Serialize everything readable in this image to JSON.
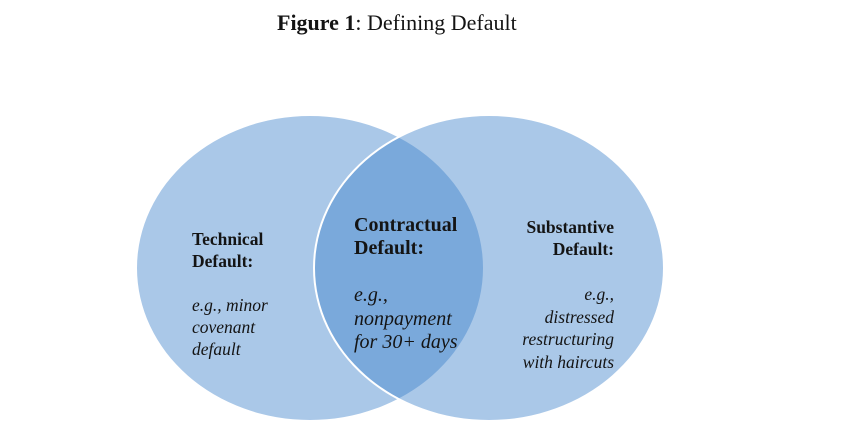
{
  "title": {
    "prefix": "Figure 1",
    "suffix": ": Defining Default"
  },
  "venn": {
    "left_circle": {
      "heading_lines": [
        "Technical",
        "Default:"
      ],
      "example_lines": [
        "e.g., minor",
        "covenant",
        "default"
      ]
    },
    "overlap": {
      "heading_lines": [
        "Contractual",
        "Default:"
      ],
      "example_lines": [
        "e.g.,",
        "nonpayment",
        "for 30+ days"
      ]
    },
    "right_circle": {
      "heading_lines": [
        "Substantive",
        "Default:"
      ],
      "example_lines": [
        "e.g.,",
        "distressed",
        "restructuring",
        "with haircuts"
      ]
    }
  },
  "colors": {
    "circle_fill_rgba": "rgba(60,129,202,0.435)",
    "circle_single_layer_hex": "#aac8e8",
    "overlap_double_layer_hex": "#7aa9db",
    "circle_outline": "#ffffff",
    "text": "#141414",
    "background": "#ffffff"
  }
}
